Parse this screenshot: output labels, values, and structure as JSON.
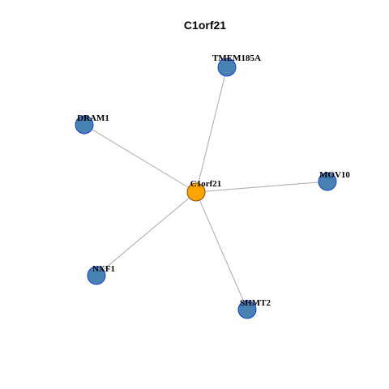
{
  "title": "C1orf21",
  "colors": {
    "center_fill": "#FFA500",
    "center_stroke": "#8B4513",
    "neighbor_fill": "#4682B4",
    "neighbor_stroke": "#1E3FC8",
    "edge": "#AAAAAA"
  },
  "graph": {
    "center": "C1orf21",
    "nodes": [
      {
        "id": "C1orf21",
        "label": "C1orf21",
        "role": "center"
      },
      {
        "id": "TMEM185A",
        "label": "TMEM185A",
        "role": "neighbor"
      },
      {
        "id": "DRAM1",
        "label": "DRAM1",
        "role": "neighbor"
      },
      {
        "id": "MOV10",
        "label": "MOV10",
        "role": "neighbor"
      },
      {
        "id": "NXF1",
        "label": "NXF1",
        "role": "neighbor"
      },
      {
        "id": "SHMT2",
        "label": "SHMT2",
        "role": "neighbor"
      }
    ],
    "edges": [
      {
        "source": "C1orf21",
        "target": "TMEM185A"
      },
      {
        "source": "C1orf21",
        "target": "DRAM1"
      },
      {
        "source": "C1orf21",
        "target": "MOV10"
      },
      {
        "source": "C1orf21",
        "target": "NXF1"
      },
      {
        "source": "C1orf21",
        "target": "SHMT2"
      }
    ]
  }
}
